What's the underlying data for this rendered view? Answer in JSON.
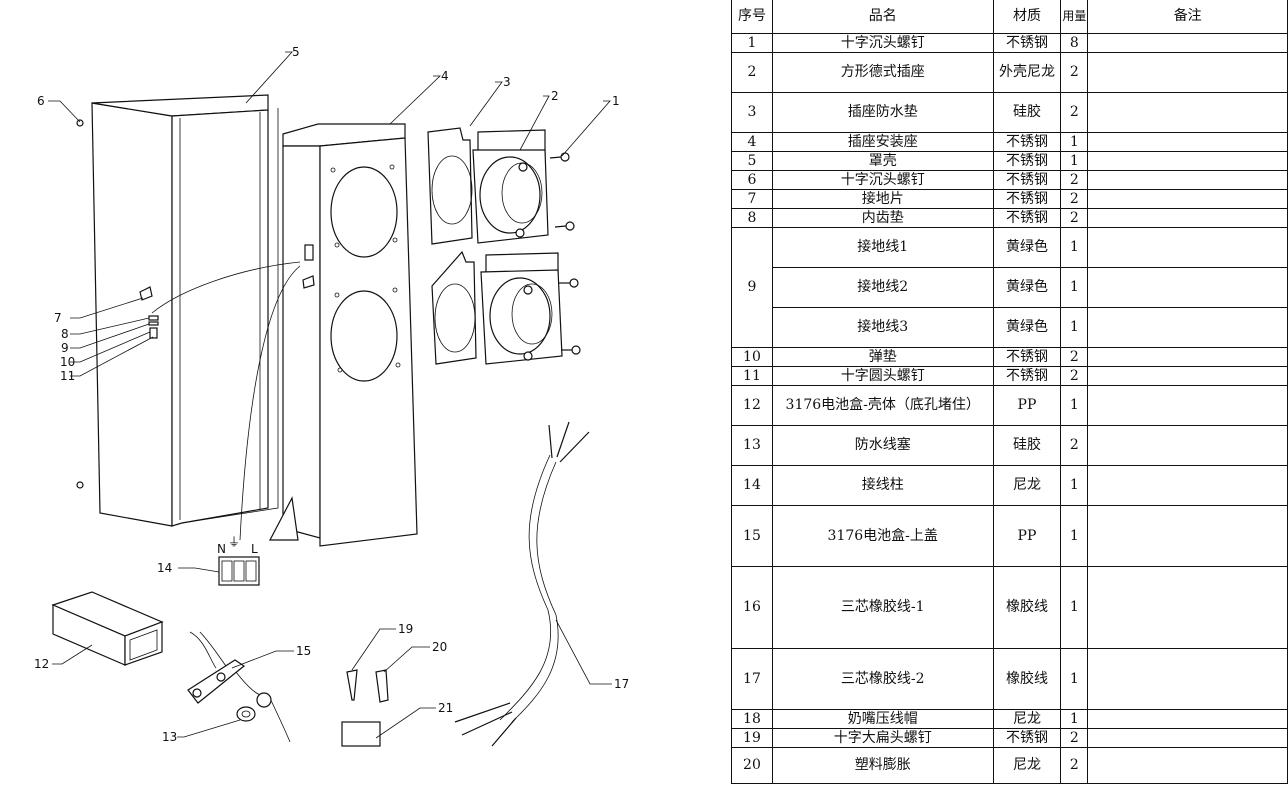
{
  "table": {
    "headers": {
      "no": "序号",
      "name": "品名",
      "material": "材质",
      "qty": "用量",
      "remark": "备注"
    },
    "rows": [
      {
        "no": "1",
        "name": "十字沉头螺钉",
        "material": "不锈钢",
        "qty": "8",
        "remark": ""
      },
      {
        "no": "2",
        "name": "方形德式插座",
        "material": "外壳尼龙",
        "qty": "2",
        "remark": ""
      },
      {
        "no": "3",
        "name": "插座防水垫",
        "material": "硅胶",
        "qty": "2",
        "remark": ""
      },
      {
        "no": "4",
        "name": "插座安装座",
        "material": "不锈钢",
        "qty": "1",
        "remark": ""
      },
      {
        "no": "5",
        "name": "罩壳",
        "material": "不锈钢",
        "qty": "1",
        "remark": ""
      },
      {
        "no": "6",
        "name": "十字沉头螺钉",
        "material": "不锈钢",
        "qty": "2",
        "remark": ""
      },
      {
        "no": "7",
        "name": "接地片",
        "material": "不锈钢",
        "qty": "2",
        "remark": ""
      },
      {
        "no": "8",
        "name": "内齿垫",
        "material": "不锈钢",
        "qty": "2",
        "remark": ""
      },
      {
        "no": "9",
        "name": "接地线1",
        "material": "黄绿色",
        "qty": "1",
        "remark": ""
      },
      {
        "no": "",
        "name": "接地线2",
        "material": "黄绿色",
        "qty": "1",
        "remark": ""
      },
      {
        "no": "",
        "name": "接地线3",
        "material": "黄绿色",
        "qty": "1",
        "remark": ""
      },
      {
        "no": "10",
        "name": "弹垫",
        "material": "不锈钢",
        "qty": "2",
        "remark": ""
      },
      {
        "no": "11",
        "name": "十字圆头螺钉",
        "material": "不锈钢",
        "qty": "2",
        "remark": ""
      },
      {
        "no": "12",
        "name": "3176电池盒-壳体（底孔堵住）",
        "material": "PP",
        "qty": "1",
        "remark": ""
      },
      {
        "no": "13",
        "name": "防水线塞",
        "material": "硅胶",
        "qty": "2",
        "remark": ""
      },
      {
        "no": "14",
        "name": "接线柱",
        "material": "尼龙",
        "qty": "1",
        "remark": ""
      },
      {
        "no": "15",
        "name": "3176电池盒-上盖",
        "material": "PP",
        "qty": "1",
        "remark": ""
      },
      {
        "no": "16",
        "name": "三芯橡胶线-1",
        "material": "橡胶线",
        "qty": "1",
        "remark": ""
      },
      {
        "no": "17",
        "name": "三芯橡胶线-2",
        "material": "橡胶线",
        "qty": "1",
        "remark": ""
      },
      {
        "no": "18",
        "name": "奶嘴压线帽",
        "material": "尼龙",
        "qty": "1",
        "remark": ""
      },
      {
        "no": "19",
        "name": "十字大扁头螺钉",
        "material": "不锈钢",
        "qty": "2",
        "remark": ""
      },
      {
        "no": "20",
        "name": "塑料膨胀",
        "material": "尼龙",
        "qty": "2",
        "remark": ""
      }
    ]
  },
  "drawing": {
    "callouts": {
      "c1": "1",
      "c2": "2",
      "c3": "3",
      "c4": "4",
      "c5": "5",
      "c6": "6",
      "c7": "7",
      "c8": "8",
      "c9": "9",
      "c10": "10",
      "c11": "11",
      "c12": "12",
      "c13": "13",
      "c14": "14",
      "c15": "15",
      "c17": "17",
      "c19": "19",
      "c20": "20",
      "c21": "21"
    },
    "terminal_labels": {
      "n": "N",
      "l": "L",
      "ground": "⏚"
    }
  }
}
